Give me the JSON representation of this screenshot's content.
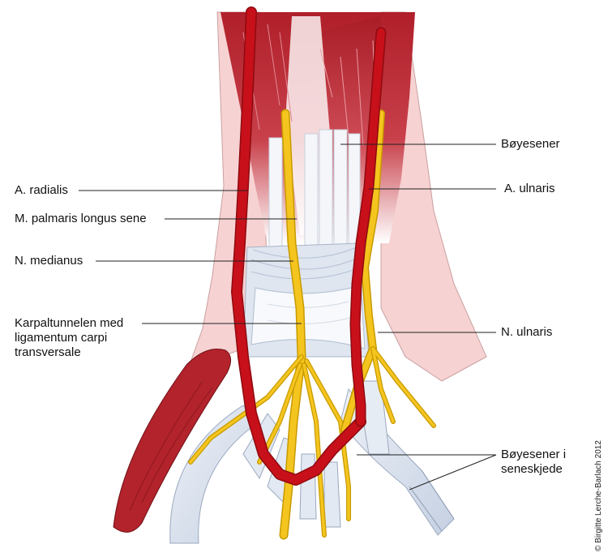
{
  "labels": {
    "boyesener": "Bøyesener",
    "a_radialis": "A. radialis",
    "a_ulnaris": "A. ulnaris",
    "m_palmaris": "M. palmaris longus sene",
    "n_medianus": "N. medianus",
    "karpaltunnel_1": "Karpaltunnelen med",
    "karpaltunnel_2": "ligamentum carpi",
    "karpaltunnel_3": "transversale",
    "n_ulnaris": "N. ulnaris",
    "boyesener_skjede_1": "Bøyesener i",
    "boyesener_skjede_2": "seneskjede"
  },
  "credit": "© Birgitte Lerche-Barlach 2012",
  "colors": {
    "artery": "#c8101a",
    "artery_dark": "#8e0a10",
    "muscle": "#b8242e",
    "nerve": "#f5c51f",
    "nerve_edge": "#c79a00",
    "tendon": "#e9eef6",
    "tendon_shade": "#b9c6da",
    "skin": "#f6cccc"
  }
}
